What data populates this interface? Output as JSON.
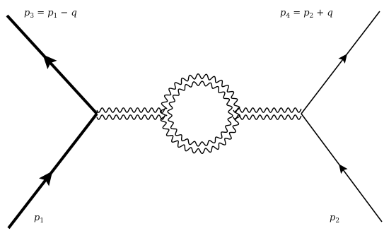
{
  "diagram": {
    "labels": {
      "p3": {
        "main": "p",
        "sub": "3",
        "rest": " = p",
        "sub2": "1",
        "tail": " − q"
      },
      "p4": {
        "main": "p",
        "sub": "4",
        "rest": " = p",
        "sub2": "2",
        "tail": " + q"
      },
      "p1": {
        "main": "p",
        "sub": "1"
      },
      "p2": {
        "main": "p",
        "sub": "2"
      }
    },
    "colors": {
      "line": "#000000",
      "background": "#ffffff"
    },
    "elements": [
      "thick-fermion-line-left",
      "thin-fermion-line-right",
      "double-wavy-propagator-left",
      "double-wavy-propagator-right",
      "double-wavy-loop"
    ]
  }
}
